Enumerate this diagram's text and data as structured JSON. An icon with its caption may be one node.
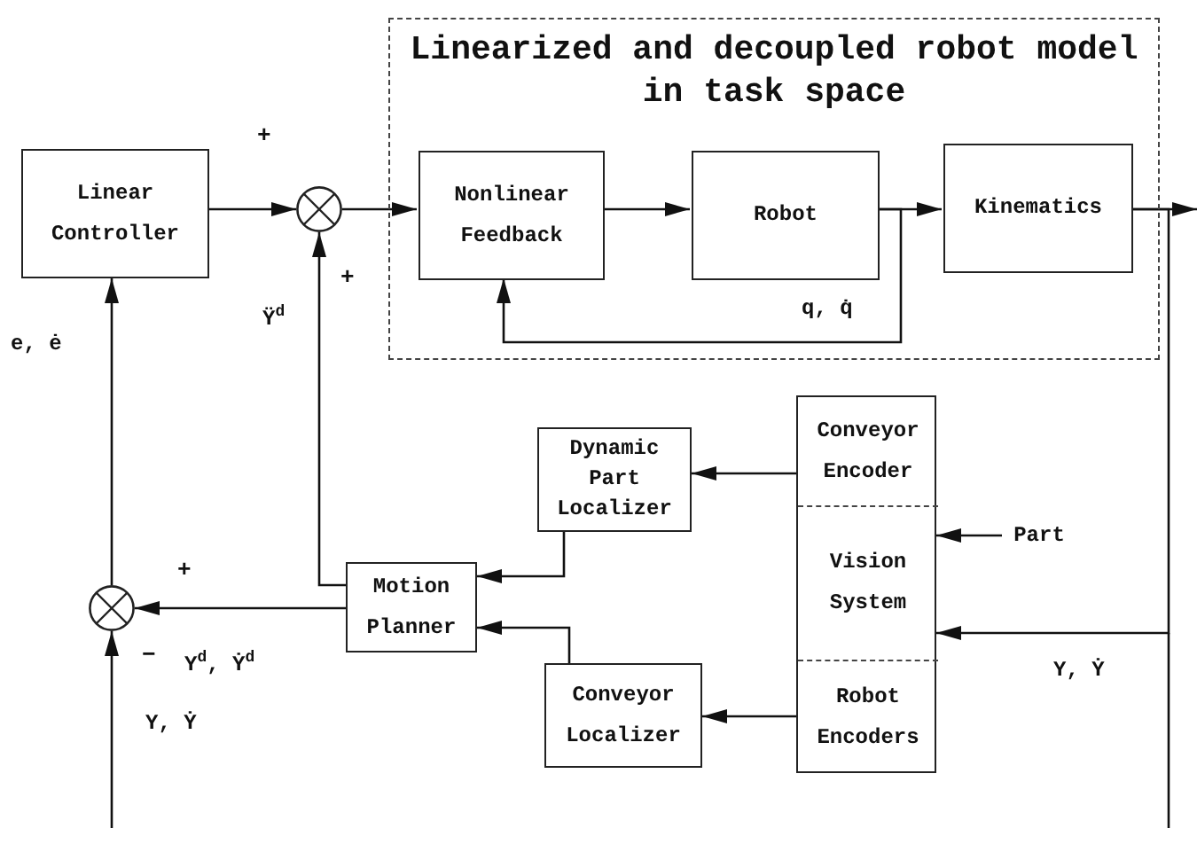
{
  "diagram": {
    "nodes": [
      {
        "text": [
          "Linearized and decoupled robot model in task space"
        ]
      },
      {
        "text": [
          "Linear Controller"
        ]
      },
      {
        "text": [],
        "shape": "circle"
      },
      {
        "text": [
          "Nonlinear Feedback"
        ],
        "in": 0
      },
      {
        "text": [
          "Robot"
        ],
        "in": 0
      },
      {
        "text": [
          "Kinematics"
        ],
        "in": 0
      },
      {
        "text": [
          "Dynamic Part Localizer"
        ]
      },
      {
        "text": [],
        "shape": "box"
      },
      {
        "text": [
          "Conveyor Encoder"
        ],
        "in": 7
      },
      {
        "text": [
          "Vision System"
        ],
        "in": 7
      },
      {
        "text": [
          "Robot Encoders"
        ],
        "in": 7
      },
      {
        "text": [
          "Motion Planner"
        ]
      },
      {
        "text": [
          "Conveyor Localizer"
        ]
      },
      {
        "text": [],
        "shape": "circle"
      },
      {
        "text": [
          "Part"
        ]
      }
    ],
    "edges": [
      {
        "from": 1,
        "to": 2,
        "arrow": "to"
      },
      {
        "from": 2,
        "to": 3,
        "arrow": "to"
      },
      {
        "from": 3,
        "to": 4,
        "arrow": "to"
      },
      {
        "from": 4,
        "to": 5,
        "arrow": "to"
      },
      {
        "from": 4,
        "to": 3,
        "arrow": "to",
        "label": "q, q̇"
      },
      {
        "from": 5,
        "to": null,
        "arrow": "to"
      },
      {
        "from": 5,
        "to": 9,
        "arrow": "to",
        "label": "Y, Ẏ"
      },
      {
        "from": null,
        "to": 13,
        "arrow": "to",
        "label": "Y, Ẏ"
      },
      {
        "from": 13,
        "to": 1,
        "arrow": "to",
        "label": "e, ė"
      },
      {
        "from": 11,
        "to": 2,
        "arrow": "to",
        "label": "Ÿ$^{d}$"
      },
      {
        "from": 11,
        "to": 13,
        "arrow": "to",
        "label": "Y$^{d}$, Ẏ$^{d}$"
      },
      {
        "from": 8,
        "to": 6,
        "arrow": "to"
      },
      {
        "from": 6,
        "to": 11,
        "arrow": "to"
      },
      {
        "from": 12,
        "to": 11,
        "arrow": "to"
      },
      {
        "from": 10,
        "to": 12,
        "arrow": "to"
      },
      {
        "from": 14,
        "to": 9,
        "arrow": "to"
      }
    ],
    "labels": [
      "+",
      "+",
      "+",
      "−"
    ]
  }
}
